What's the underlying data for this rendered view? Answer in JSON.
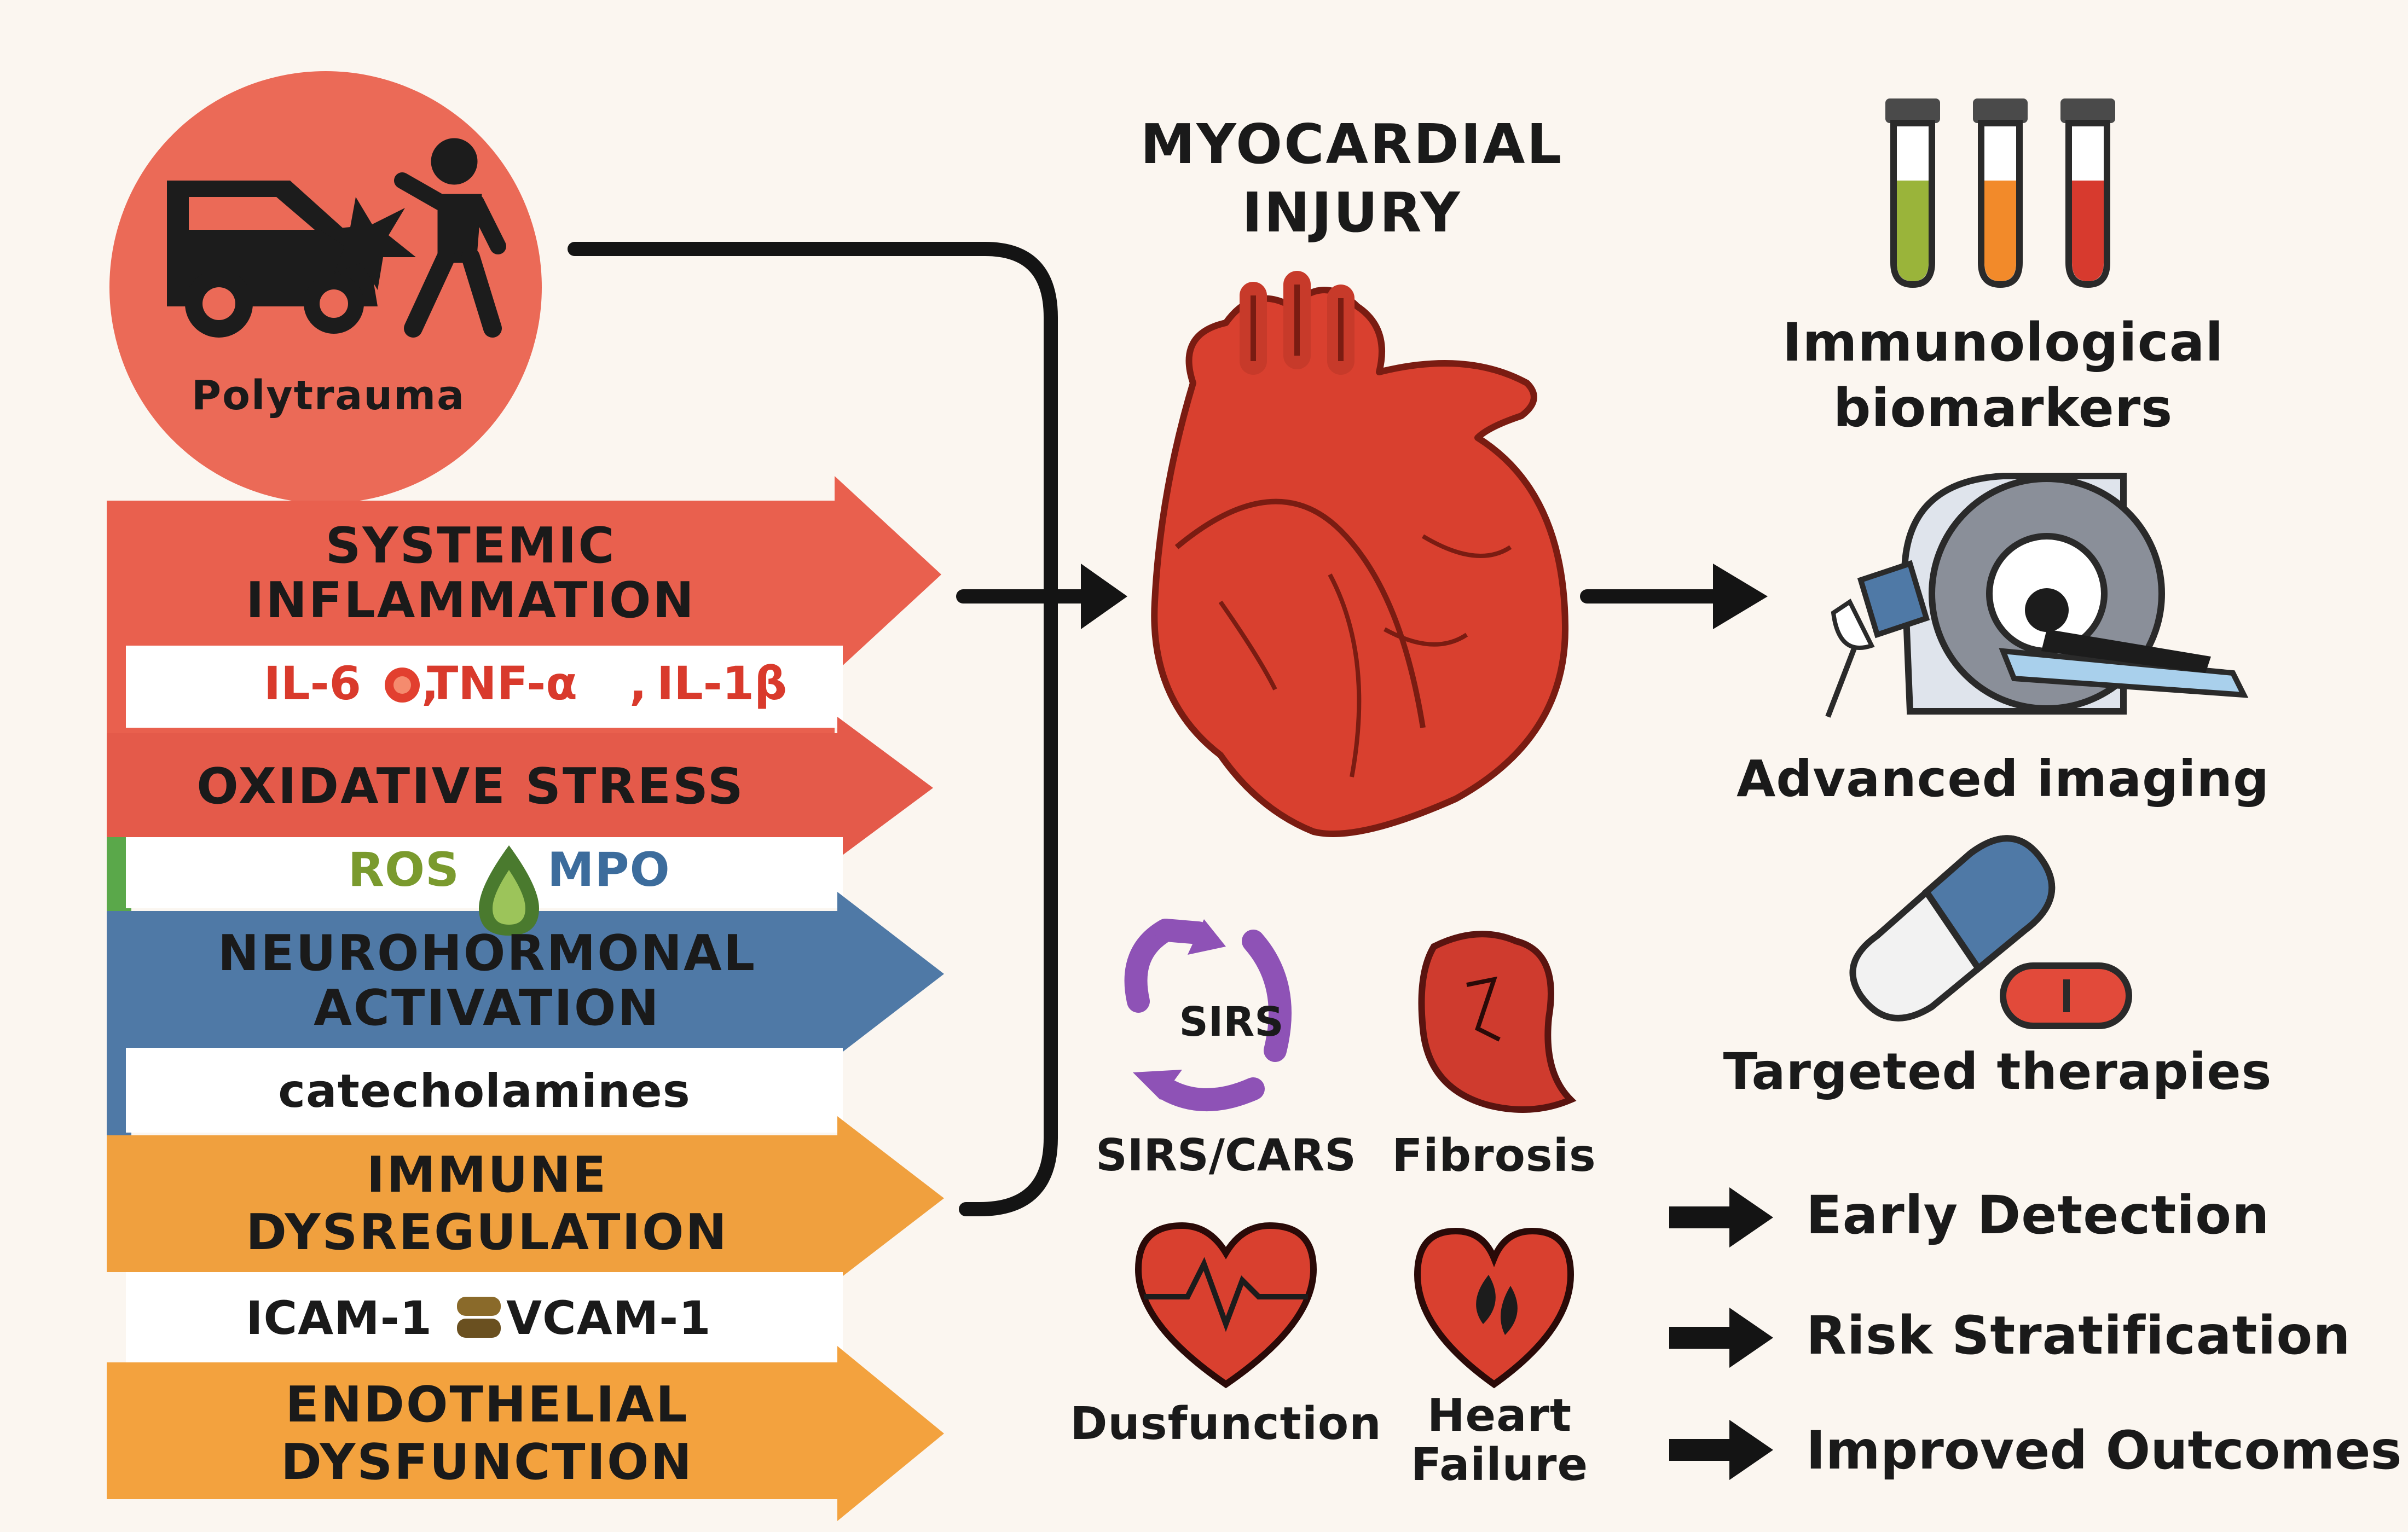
{
  "polytrauma": {
    "label": "Polytrauma",
    "color": "#eb6a57"
  },
  "pathways": [
    {
      "title_line1": "SYSTEMIC",
      "title_line2": "INFLAMMATION",
      "markers": [
        "IL-6",
        "TNF-α",
        "IL-1β"
      ],
      "color": "#e9604e",
      "marker_color": "#d93a2c"
    },
    {
      "title_line1": "OXIDATIVE STRESS",
      "title_line2": "",
      "markers": [
        "ROS",
        "MPO"
      ],
      "color": "#e45a4a",
      "marker_colors": [
        "#7a9a2e",
        "#3c6c9c"
      ]
    },
    {
      "title_line1": "NEUROHORMONAL",
      "title_line2": "ACTIVATION",
      "markers": [
        "catecholamines"
      ],
      "color": "#4f79a6"
    },
    {
      "title_line1": "IMMUNE",
      "title_line2": "DYSREGULATION",
      "markers": [
        "ICAM-1",
        "VCAM-1"
      ],
      "color": "#f0a03e"
    },
    {
      "title_line1": "ENDOTHELIAL",
      "title_line2": "DYSFUNCTION",
      "markers": [],
      "color": "#f3a23e"
    }
  ],
  "center": {
    "title_line1": "MYOCARDIAL",
    "title_line2": "INJURY",
    "heart_color": "#d9402f"
  },
  "outcomes": {
    "sirs_badge": "SIRS",
    "sirs_label": "SIRS/CARS",
    "fibrosis_label": "Fibrosis",
    "dysfunction_label": "Dusfunction",
    "heart_failure_line1": "Heart",
    "heart_failure_line2": "Failure"
  },
  "right": {
    "biomarkers_line1": "Immunological",
    "biomarkers_line2": "biomarkers",
    "imaging": "Advanced imaging",
    "therapies": "Targeted therapies",
    "benefits": [
      "Early Detection",
      "Risk Stratification",
      "Improved Outcomes"
    ]
  }
}
